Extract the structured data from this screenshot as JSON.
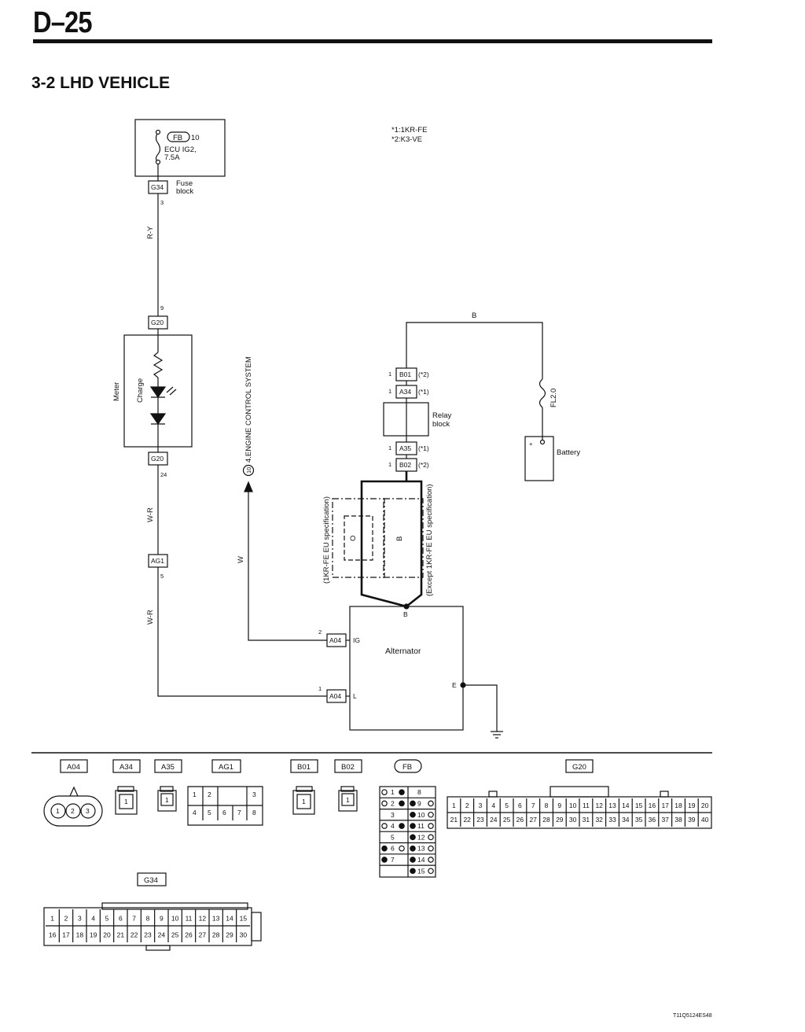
{
  "header": {
    "page_number": "D–25",
    "section_title": "3-2  LHD VEHICLE"
  },
  "notes": [
    "*1:1KR-FE",
    "*2:K3-VE"
  ],
  "fuse": {
    "badge": "FB",
    "number": "10",
    "name_line1": "ECU IG2,",
    "name_line2": "7.5A",
    "block_connector": "G34",
    "block_label_1": "Fuse",
    "block_label_2": "block",
    "pin": "3"
  },
  "wires": {
    "ry": "R-Y",
    "wr_upper": "W-R",
    "wr_lower": "W-R",
    "w": "W",
    "b_top": "B",
    "o": "O",
    "b_inner": "B",
    "b_alt": "B"
  },
  "meter": {
    "label": "Meter",
    "charge_label": "Charge",
    "top_connector": "G20",
    "top_pin": "9",
    "bottom_connector": "G20",
    "bottom_pin": "24"
  },
  "junction": {
    "connector": "AG1",
    "pin": "5"
  },
  "engine_ref": {
    "number": "10",
    "label": "4.ENGINE CONTROL SYSTEM"
  },
  "relay": {
    "label_1": "Relay",
    "label_2": "block",
    "top": [
      {
        "pin": "1",
        "connector": "B01",
        "note": "(*2)"
      },
      {
        "pin": "1",
        "connector": "A34",
        "note": "(*1)"
      }
    ],
    "bottom": [
      {
        "pin": "1",
        "connector": "A35",
        "note": "(*1)"
      },
      {
        "pin": "1",
        "connector": "B02",
        "note": "(*2)"
      }
    ]
  },
  "fusible_link": "FL2.0",
  "battery": {
    "label": "Battery",
    "plus": "+"
  },
  "spec_labels": {
    "left": "(1KR-FE EU specification)",
    "right": "(Except 1KR-FE EU specification)"
  },
  "alternator": {
    "label": "Alternator",
    "ig": {
      "pin": "2",
      "connector": "A04",
      "terminal": "IG"
    },
    "l": {
      "pin": "1",
      "connector": "A04",
      "terminal": "L"
    },
    "e_terminal": "E"
  },
  "connector_views": {
    "a04": {
      "label": "A04",
      "pins": [
        "1",
        "2",
        "3"
      ]
    },
    "a34": {
      "label": "A34",
      "pin": "1"
    },
    "a35": {
      "label": "A35",
      "pin": "1"
    },
    "ag1": {
      "label": "AG1",
      "pins": [
        "1",
        "2",
        "3",
        "4",
        "5",
        "6",
        "7",
        "8"
      ]
    },
    "b01": {
      "label": "B01",
      "pin": "1"
    },
    "b02": {
      "label": "B02",
      "pin": "1"
    },
    "fb": {
      "label": "FB",
      "left": [
        "1",
        "2",
        "3",
        "4",
        "5",
        "6",
        "7"
      ],
      "right": [
        "8",
        "9",
        "10",
        "11",
        "12",
        "13",
        "14",
        "15"
      ]
    },
    "g20": {
      "label": "G20",
      "row1": [
        "1",
        "2",
        "3",
        "4",
        "5",
        "6",
        "7",
        "8",
        "9",
        "10",
        "11",
        "12",
        "13",
        "14",
        "15",
        "16",
        "17",
        "18",
        "19",
        "20"
      ],
      "row2": [
        "21",
        "22",
        "23",
        "24",
        "25",
        "26",
        "27",
        "28",
        "29",
        "30",
        "31",
        "32",
        "33",
        "34",
        "35",
        "36",
        "37",
        "38",
        "39",
        "40"
      ]
    },
    "g34": {
      "label": "G34",
      "row1": [
        "1",
        "2",
        "3",
        "4",
        "5",
        "6",
        "7",
        "8",
        "9",
        "10",
        "11",
        "12",
        "13",
        "14",
        "15"
      ],
      "row2": [
        "16",
        "17",
        "18",
        "19",
        "20",
        "21",
        "22",
        "23",
        "24",
        "25",
        "26",
        "27",
        "28",
        "29",
        "30"
      ]
    }
  },
  "footer": {
    "code": "T11Q5124ES48"
  }
}
